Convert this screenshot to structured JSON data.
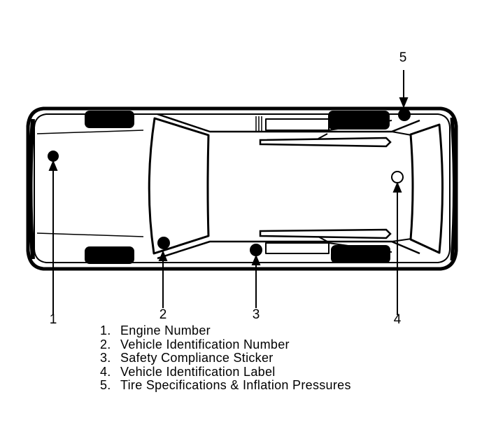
{
  "diagram": {
    "callouts": [
      "1",
      "2",
      "3",
      "4",
      "5"
    ],
    "legend": [
      {
        "number": "1.",
        "label": "Engine Number"
      },
      {
        "number": "2.",
        "label": "Vehicle Identification Number"
      },
      {
        "number": "3.",
        "label": "Safety Compliance Sticker"
      },
      {
        "number": "4.",
        "label": "Vehicle Identification Label"
      },
      {
        "number": "5.",
        "label": "Tire Specifications & Inflation Pressures"
      }
    ]
  }
}
